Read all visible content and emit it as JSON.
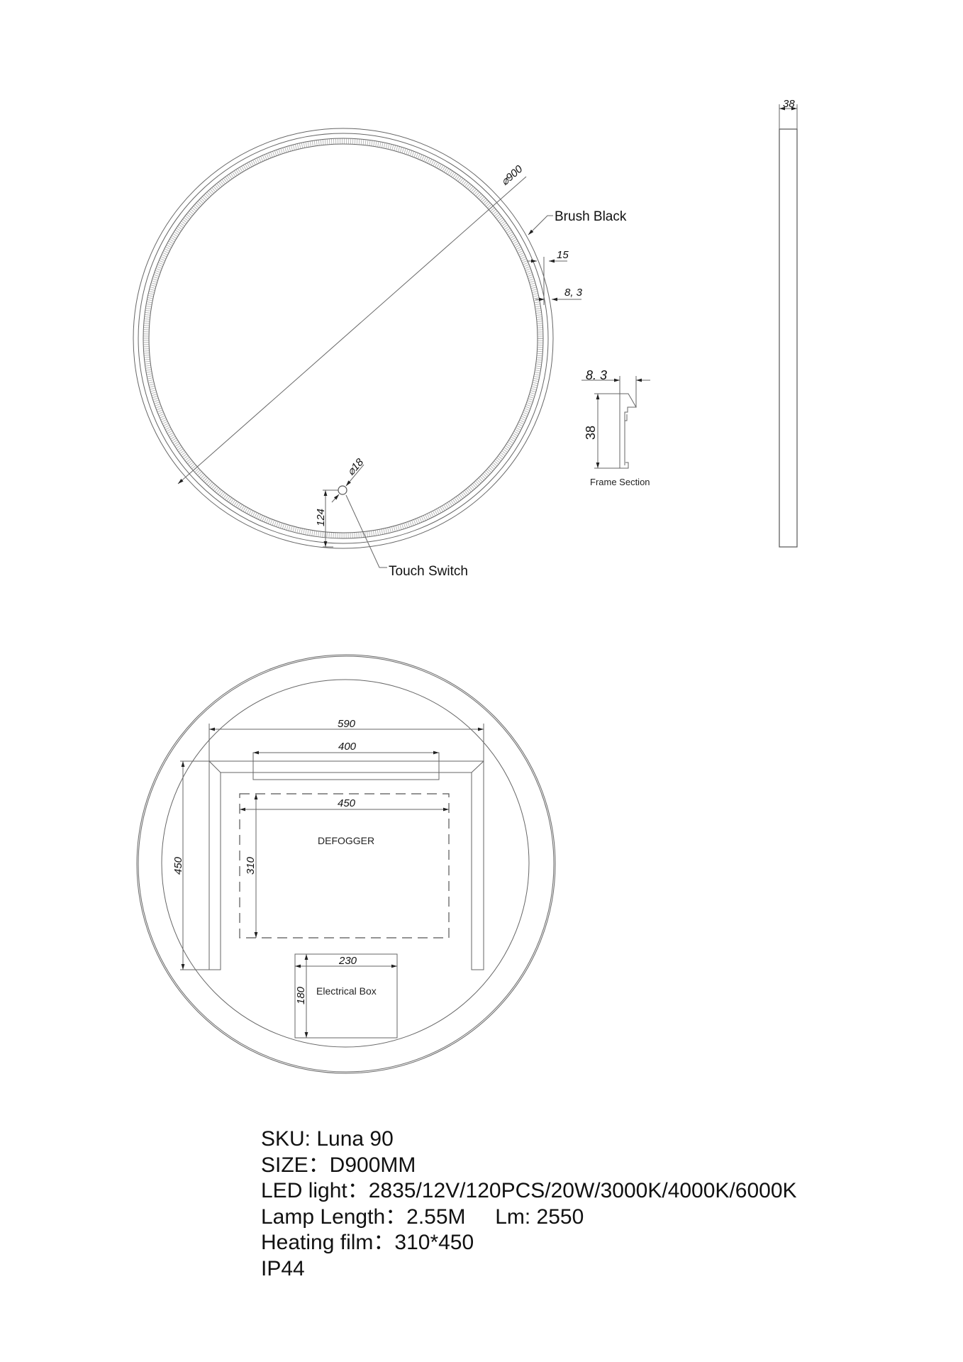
{
  "front_view": {
    "diameter_label": "⌀900",
    "finish_label": "Brush Black",
    "frame_width_label": "15",
    "led_offset_label": "8, 3",
    "switch_diameter_label": "⌀18",
    "switch_height_label": "124",
    "switch_label": "Touch Switch"
  },
  "frame_section": {
    "width_label": "8. 3",
    "height_label": "38",
    "title": "Frame Section"
  },
  "side_view": {
    "depth_label": "38"
  },
  "back_view": {
    "led_width_label": "590",
    "led_top_label": "400",
    "led_height_label": "450",
    "defogger_width_label": "450",
    "defogger_height_label": "310",
    "defogger_label": "DEFOGGER",
    "box_width_label": "230",
    "box_height_label": "180",
    "box_label": "Electrical Box"
  },
  "specs": [
    "SKU: Luna 90",
    "SIZE：D900MM",
    "LED light：2835/12V/120PCS/20W/3000K/4000K/6000K",
    "Lamp Length：2.55M     Lm: 2550",
    "Heating film：310*450",
    "IP44"
  ]
}
